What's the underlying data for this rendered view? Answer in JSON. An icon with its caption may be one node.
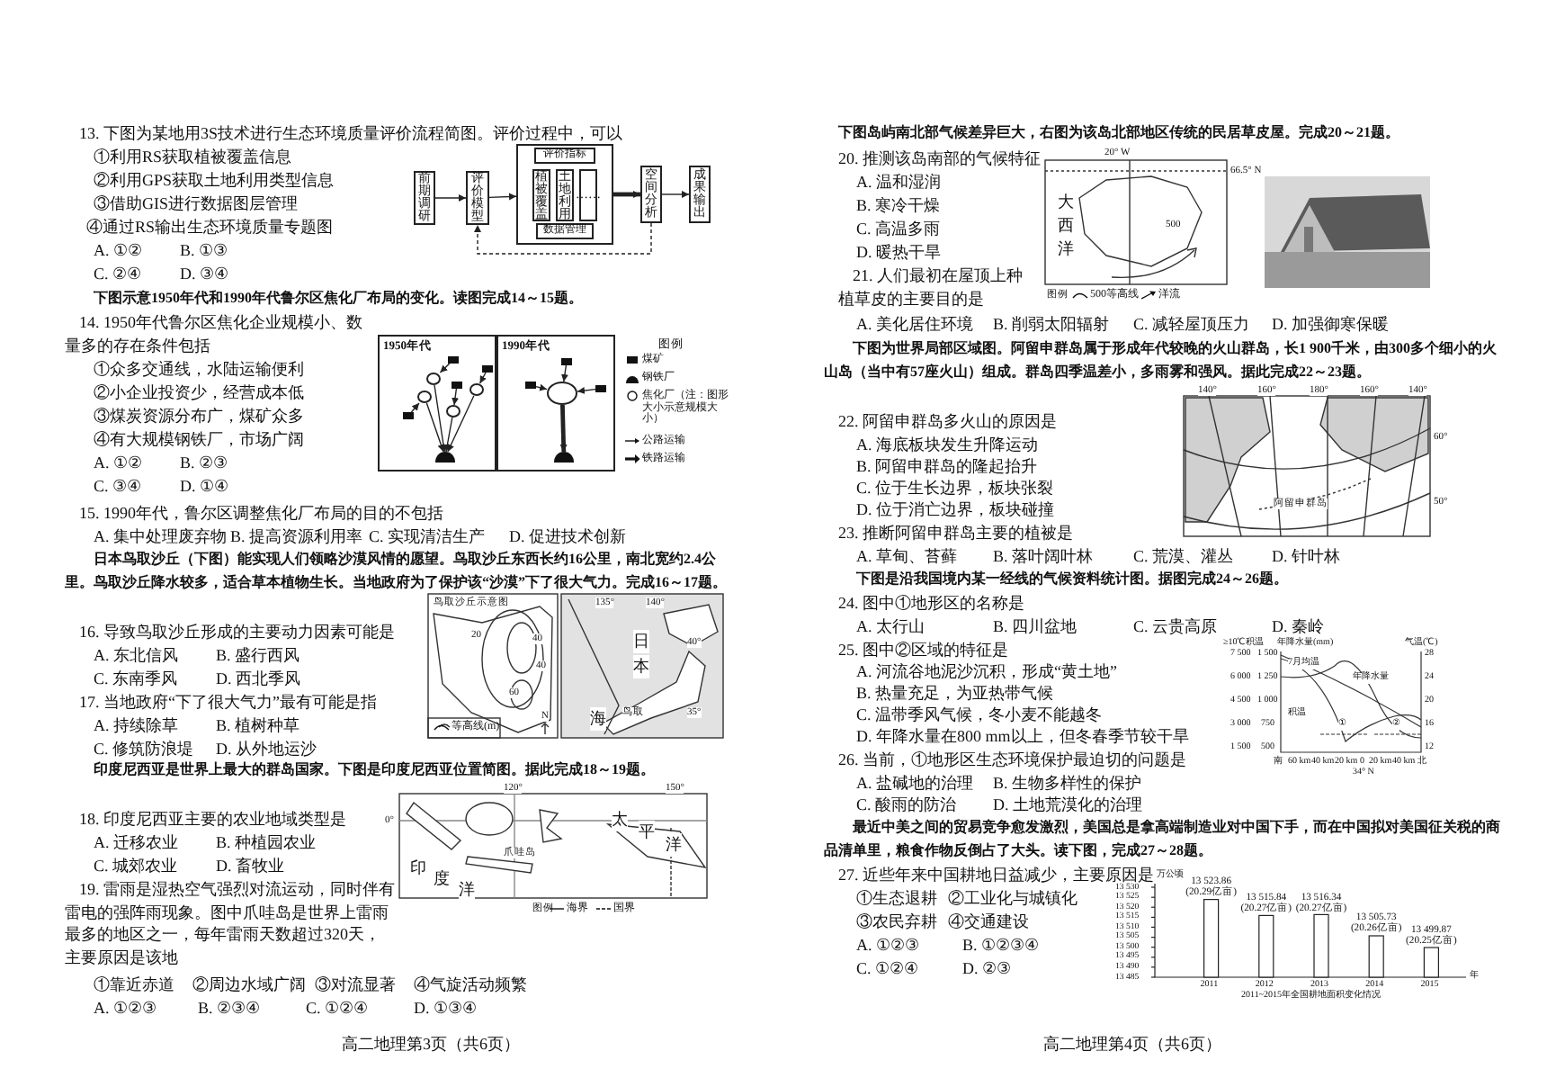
{
  "diagram": {
    "nodes": [
      {
        "text": [
          "前期调研"
        ]
      },
      {
        "text": [
          "评价模型"
        ]
      },
      {
        "text": [],
        "shape": "box"
      },
      {
        "text": [
          "评价指标"
        ],
        "in": 2
      },
      {
        "text": [
          "植被覆盖"
        ],
        "in": 2
      },
      {
        "text": [
          "土地利用"
        ],
        "in": 2
      },
      {
        "text": [
          "……"
        ],
        "in": 2
      },
      {
        "text": [
          "数据管理"
        ],
        "in": 2
      },
      {
        "text": [
          "空间分析"
        ]
      },
      {
        "text": [
          "成果输出"
        ]
      },
      {
        "text": [
          "1950年代"
        ]
      },
      {
        "text": [
          "1990年代"
        ]
      },
      {
        "text": [],
        "shape": "box",
        "in": 10
      },
      {
        "text": [],
        "shape": "box",
        "in": 10
      },
      {
        "text": [],
        "shape": "box",
        "in": 10
      },
      {
        "text": [],
        "shape": "box",
        "in": 10
      },
      {
        "text": [],
        "shape": "circle",
        "in": 10
      },
      {
        "text": [],
        "shape": "circle",
        "in": 10
      },
      {
        "text": [],
        "shape": "circle",
        "in": 10
      },
      {
        "text": [],
        "shape": "circle",
        "in": 10
      },
      {
        "text": [],
        "shape": "semicircle",
        "in": 10
      },
      {
        "text": [],
        "shape": "box",
        "in": 11
      },
      {
        "text": [],
        "shape": "box",
        "in": 11
      },
      {
        "text": [],
        "shape": "box",
        "in": 11
      },
      {
        "text": [],
        "shape": "circle",
        "in": 11
      },
      {
        "text": [],
        "shape": "semicircle",
        "in": 11
      }
    ],
    "edges": [
      {
        "from": 0,
        "to": 1,
        "arrow": "to"
      },
      {
        "from": 1,
        "to": 2,
        "arrow": "to"
      },
      {
        "from": 2,
        "to": 8,
        "arrow": "to",
        "style": "thick"
      },
      {
        "from": 8,
        "to": 9,
        "arrow": "to"
      },
      {
        "from": 8,
        "to": 1,
        "arrow": "to",
        "style": "dashed"
      },
      {
        "from": 12,
        "to": 16,
        "arrow": "to"
      },
      {
        "from": 13,
        "to": 18,
        "arrow": "to"
      },
      {
        "from": 14,
        "to": 17,
        "arrow": "to"
      },
      {
        "from": 15,
        "to": 19,
        "arrow": "to"
      },
      {
        "from": 16,
        "to": 20,
        "arrow": "to"
      },
      {
        "from": 17,
        "to": 20,
        "arrow": "to"
      },
      {
        "from": 18,
        "to": 20,
        "arrow": "to"
      },
      {
        "from": 19,
        "to": 20,
        "arrow": "to"
      },
      {
        "from": 21,
        "to": 24,
        "arrow": "to"
      },
      {
        "from": 22,
        "to": 24,
        "arrow": "to"
      },
      {
        "from": 23,
        "to": 24,
        "arrow": "to"
      },
      {
        "from": 24,
        "to": 25,
        "arrow": "to",
        "style": "thick"
      }
    ],
    "labels": [
      "13. 下图为某地用3S技术进行生态环境质量评价流程简图。评价过程中，可以",
      "①利用RS获取植被覆盖信息",
      "②利用GPS获取土地利用类型信息",
      "③借助GIS进行数据图层管理",
      "④通过RS输出生态环境质量专题图",
      "A. ①②",
      "B. ①③",
      "C. ②④",
      "D. ③④",
      "下图示意1950年代和1990年代鲁尔区焦化厂布局的变化。读图完成14～15题。",
      "14. 1950年代鲁尔区焦化企业规模小、数量多的存在条件包括",
      "①众多交通线，水陆运输便利",
      "②小企业投资少，经营成本低",
      "③煤炭资源分布广，煤矿众多",
      "④有大规模钢铁厂，市场广阔",
      "A. ①②",
      "B. ②③",
      "C. ③④",
      "D. ①④",
      "图例",
      "15. 1990年代，鲁尔区调整焦化厂布局的目的不包括",
      "A. 集中处理废弃物",
      "B. 提高资源利用率",
      "C. 实现清洁生产",
      "D. 促进技术创新",
      "日本鸟取沙丘（下图）能实现人们领略沙漠风情的愿望。鸟取沙丘东西长约16公里，南北宽约2.4公里。鸟取沙丘降水较多，适合草本植物生长。当地政府为了保护该“沙漠”下了很大气力。完成16～17题。",
      "16. 导致鸟取沙丘形成的主要动力因素可能是",
      "A. 东北信风",
      "B. 盛行西风",
      "C. 东南季风",
      "D. 西北季风",
      "17. 当地政府“下了很大气力”最有可能是指",
      "A. 持续除草",
      "B. 植树种草",
      "C. 修筑防浪堤",
      "D. 从外地运沙",
      "鸟取沙丘示意图",
      "20",
      "40",
      "40",
      "60",
      "N",
      "135°",
      "140°",
      "日",
      "本",
      "40°",
      "海",
      "鸟取",
      "35°",
      "印度尼西亚是世界上最大的群岛国家。下图是印度尼西亚位置简图。据此完成18～19题。",
      "120°",
      "150°",
      "0°",
      "太",
      "平",
      "洋",
      "印",
      "度",
      "洋",
      "爪哇岛",
      "图例",
      "18. 印度尼西亚主要的农业地域类型是",
      "A. 迁移农业",
      "B. 种植园农业",
      "C. 城郊农业",
      "D. 畜牧业",
      "19. 雷雨是湿热空气强烈对流运动，同时伴有雷电的强阵雨现象。图中爪哇岛是世界上雷雨最多的地区之一，每年雷雨天数超过320天，主要原因是该地",
      "①靠近赤道",
      "②周边水域广阔",
      "③对流显著",
      "④气旋活动频繁",
      "A. ①②③",
      "B. ②③④",
      "C. ①②④",
      "D. ①③④",
      "高二地理第3页（共6页）",
      "下图岛屿南北部气候差异巨大，右图为该岛北部地区传统的民居草皮屋。完成20～21题。",
      "20. 推测该岛南部的气候特征",
      "A. 温和湿润",
      "B. 寒冷干燥",
      "C. 高温多雨",
      "D. 暖热干旱",
      "20° W",
      "66.5° N",
      "大",
      "西",
      "洋",
      "500",
      "图例",
      "21. 人们最初在屋顶上种植草皮的主要目的是",
      "A. 美化居住环境",
      "B. 削弱太阳辐射",
      "C. 减轻屋顶压力",
      "D. 加强御寒保暖",
      "下图为世界局部区域图。阿留申群岛属于形成年代较晚的火山群岛，长1 900千米，由300多个细小的火山岛（当中有57座火山）组成。群岛四季温差小，多雨雾和强风。据此完成22～23题。",
      "140°",
      "160°",
      "180°",
      "160°",
      "140°",
      "60°",
      "50°",
      "阿留申群岛",
      "22. 阿留申群岛多火山的原因是",
      "A. 海底板块发生升降运动",
      "B. 阿留申群岛的隆起抬升",
      "C. 位于生长边界，板块张裂",
      "D. 位于消亡边界，板块碰撞",
      "23. 推断阿留申群岛主要的植被是",
      "A. 草甸、苔藓",
      "B. 落叶阔叶林",
      "C. 荒漠、灌丛",
      "D. 针叶林",
      "下图是沿我国境内某一经线的气候资料统计图。据图完成24～26题。",
      "24. 图中①地形区的名称是",
      "A. 太行山",
      "B. 四川盆地",
      "C. 云贵高原",
      "D. 秦岭",
      "25. 图中②区域的特征是",
      "A. 河流谷地泥沙沉积，形成“黄土地”",
      "B. 热量充足，为亚热带气候",
      "C. 温带季风气候，冬小麦不能越冬",
      "D. 年降水量在800 mm以上，但冬春季节较干旱",
      "≥10℃积温",
      "年降水量(mm)",
      "气温(℃)",
      "7 500",
      "6 000",
      "4 500",
      "3 000",
      "1 500",
      "1 500",
      "1 250",
      "1 000",
      "750",
      "500",
      "28",
      "24",
      "20",
      "16",
      "12",
      "7月均温",
      "年降水量",
      "积温",
      "①",
      "②",
      "南",
      "60 km",
      "40 km",
      "20 km",
      "0",
      "20 km",
      "40 km",
      "北",
      "34° N",
      "26. 当前，①地形区生态环境保护最迫切的问题是",
      "A. 盐碱地的治理",
      "B. 生物多样性的保护",
      "C. 酸雨的防治",
      "D. 土地荒漠化的治理",
      "最近中美之间的贸易竞争愈发激烈，美国总是拿高端制造业对中国下手，而在中国拟对美国征关税的商品清单里，粮食作物反倒占了大头。读下图，完成27～28题。",
      "27. 近些年来中国耕地日益减少，主要原因是",
      "①生态退耕",
      "②工业化与城镇化",
      "③农民弃耕",
      "④交通建设",
      "A. ①②③",
      "B. ①②③④",
      "C. ①②④",
      "D. ②③",
      "高二地理第4页（共6页）"
    ],
    "legend": [
      {
        "text": "煤矿"
      },
      {
        "text": "钢铁厂"
      },
      {
        "text": "焦化厂（注：图形大小示意规模大小）"
      },
      {
        "text": "公路运输"
      },
      {
        "text": "铁路运输"
      },
      {
        "text": "等高线(m)"
      },
      {
        "text": "海界"
      },
      {
        "text": "国界"
      },
      {
        "text": "500等高线"
      },
      {
        "text": "洋流"
      }
    ],
    "chart_data": {
      "type": "bar",
      "title": "2011~2015年全国耕地面积变化情况",
      "xlabel": "年",
      "ylabel": "万公顷",
      "categories": [
        "2011",
        "2012",
        "2013",
        "2014",
        "2015"
      ],
      "values": [
        13523.86,
        13515.84,
        13516.34,
        13505.73,
        13499.87
      ],
      "ylim": [
        13485,
        13530
      ],
      "yticks": [
        {
          "value": 13485,
          "label": "13 485"
        },
        {
          "value": 13490,
          "label": "13 490"
        },
        {
          "value": 13495,
          "label": "13 495"
        },
        {
          "value": 13500,
          "label": "13 500"
        },
        {
          "value": 13505,
          "label": "13 505"
        },
        {
          "value": 13510,
          "label": "13 510"
        },
        {
          "value": 13515,
          "label": "13 515"
        },
        {
          "value": 13520,
          "label": "13 520"
        },
        {
          "value": 13525,
          "label": "13 525"
        },
        {
          "value": 13530,
          "label": "13 530"
        }
      ],
      "value_labels": [
        "13 523.86 (20.29亿亩)",
        "13 515.84 (20.27亿亩)",
        "13 516.34 (20.27亿亩)",
        "13 505.73 (20.26亿亩)",
        "13 499.87 (20.25亿亩)"
      ]
    }
  }
}
